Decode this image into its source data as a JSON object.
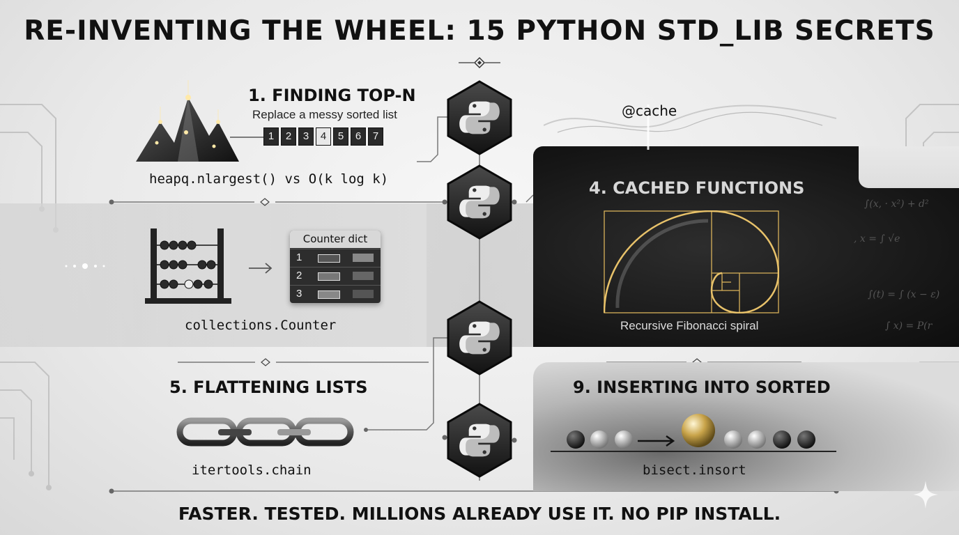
{
  "title": "RE-INVENTING THE WHEEL: 15 PYTHON STD_LIB SECRETS",
  "sections": {
    "top_n": {
      "heading": "1. FINDING TOP-N",
      "subtitle": "Replace a messy sorted list",
      "numbers": [
        "1",
        "2",
        "3",
        "4",
        "5",
        "6",
        "7"
      ],
      "highlighted_index": 3,
      "code": "heapq.nlargest() vs O(k log k)"
    },
    "counter": {
      "table_header": "Counter dict",
      "rows": [
        "1",
        "2",
        "3"
      ],
      "code": "collections.Counter"
    },
    "cache": {
      "decorator": "@cache",
      "heading": "4. CACHED FUNCTIONS",
      "caption": "Recursive Fibonacci spiral"
    },
    "flatten": {
      "heading": "5. FLATTENING LISTS",
      "code": "itertools.chain"
    },
    "sorted_insert": {
      "heading": "9. INSERTING INTO SORTED",
      "code": "bisect.insort"
    }
  },
  "footer": "FASTER. TESTED. MILLIONS ALREADY USE IT. NO PIP INSTALL.",
  "colors": {
    "accent_gold": "#d9b25a",
    "dark_panel": "#161616",
    "python_hex": "#1c1c1c"
  },
  "icons": [
    "mountains-icon",
    "abacus-icon",
    "arrow-right-icon",
    "chain-icon",
    "python-logo-icon",
    "golden-ball-icon",
    "spiral-icon"
  ]
}
